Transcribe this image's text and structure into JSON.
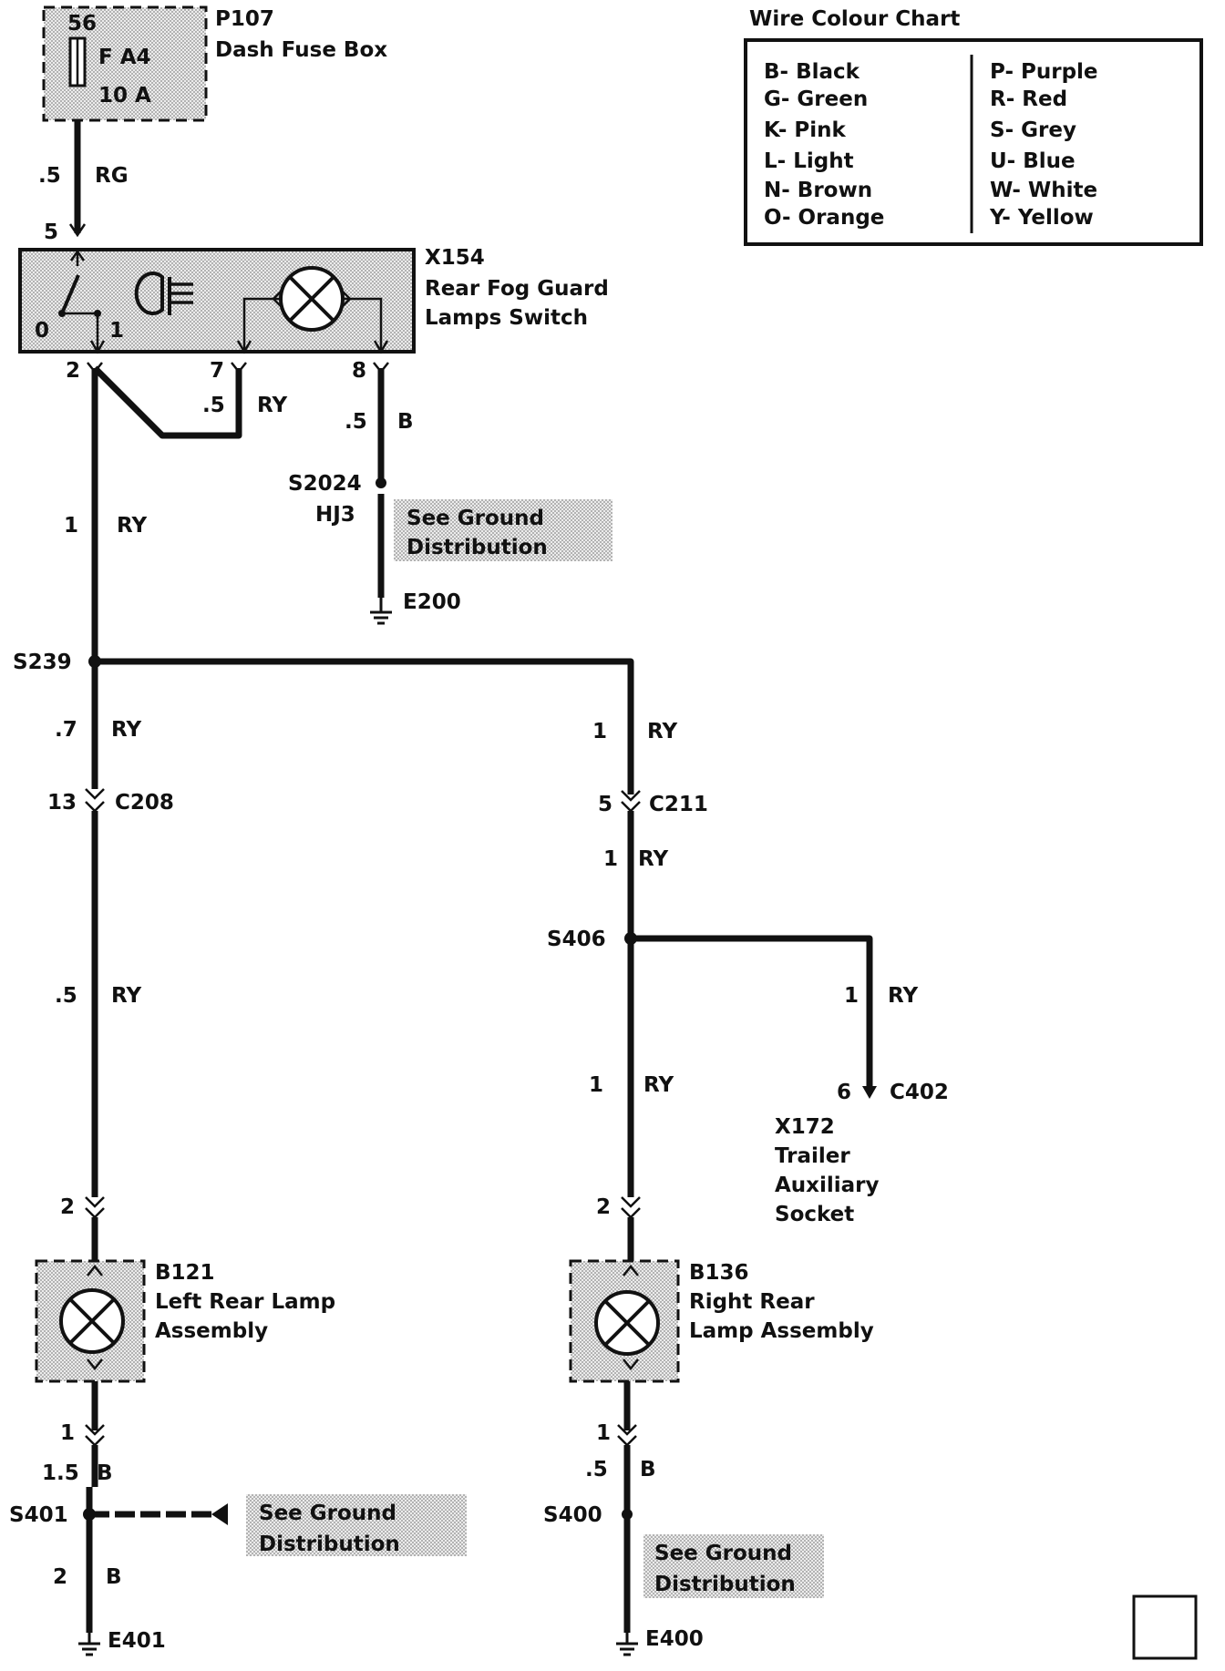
{
  "fuse_box": {
    "id": "P107",
    "name": "Dash Fuse Box",
    "pin": "56",
    "fuse_label": "F A4",
    "rating": "10 A"
  },
  "wire_colour_chart": {
    "title": "Wire Colour Chart",
    "left": [
      "B- Black",
      "G- Green",
      "K- Pink",
      "L- Light",
      "N- Brown",
      "O- Orange"
    ],
    "right": [
      "P- Purple",
      "R- Red",
      "S- Grey",
      "U- Blue",
      "W- White",
      "Y- Yellow"
    ]
  },
  "feed": {
    "size": ".5",
    "colour": "RG",
    "pin": "5"
  },
  "switch": {
    "id": "X154",
    "name_line1": "Rear Fog Guard",
    "name_line2": "Lamps Switch",
    "pos_off": "0",
    "pos_on": "1",
    "pin_a": "2",
    "pin_b": "7",
    "pin_c": "8",
    "link_size": ".5",
    "link_colour": "RY",
    "gnd_size": ".5",
    "gnd_colour": "B"
  },
  "switch_ground": {
    "splice": "S2024",
    "code": "HJ3",
    "note_line1": "See Ground",
    "note_line2": "Distribution",
    "ground": "E200"
  },
  "main_feed": {
    "size": "1",
    "colour": "RY",
    "splice": "S239"
  },
  "left_branch": {
    "size1": ".7",
    "colour1": "RY",
    "conn_pin": "13",
    "connector": "C208",
    "size2": ".5",
    "colour2": "RY",
    "lamp_pin_in": "2",
    "lamp_id": "B121",
    "lamp_line1": "Left Rear Lamp",
    "lamp_line2": "Assembly",
    "lamp_pin_out": "1",
    "size3": "1.5",
    "colour3": "B",
    "splice": "S401",
    "note_line1": "See Ground",
    "note_line2": "Distribution",
    "size4": "2",
    "colour4": "B",
    "ground": "E401"
  },
  "right_branch": {
    "size1": "1",
    "colour1": "RY",
    "conn_pin": "5",
    "connector": "C211",
    "size2": "1",
    "colour2": "RY",
    "splice": "S406",
    "size3": "1",
    "colour3": "RY",
    "lamp_pin_in": "2",
    "lamp_id": "B136",
    "lamp_line1": "Right Rear",
    "lamp_line2": "Lamp Assembly",
    "lamp_pin_out": "1",
    "size4": ".5",
    "colour4": "B",
    "splice2": "S400",
    "note_line1": "See Ground",
    "note_line2": "Distribution",
    "ground": "E400"
  },
  "trailer": {
    "size": "1",
    "colour": "RY",
    "pin": "6",
    "connector": "C402",
    "id": "X172",
    "line1": "Trailer",
    "line2": "Auxiliary",
    "line3": "Socket"
  }
}
